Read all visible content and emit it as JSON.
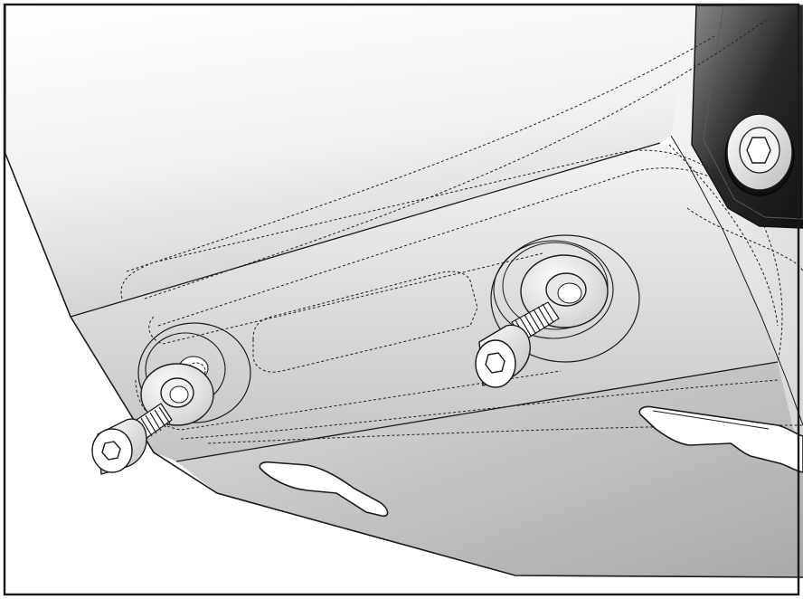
{
  "illustration": {
    "colors": {
      "background": "#ffffff",
      "outline": "#1a1a1a",
      "plate_light": "#f6f6f6",
      "plate_mid": "#d9d9d9",
      "plate_dark": "#a8a8a8",
      "bracket_dark": "#1e1e1e",
      "bracket_mid": "#5a5a5a",
      "bracket_light": "#9a9a9a",
      "hidden_line": "#222222"
    },
    "parts": {
      "bolt_count": 3,
      "washer_count": 2,
      "slot_count": 2
    }
  }
}
